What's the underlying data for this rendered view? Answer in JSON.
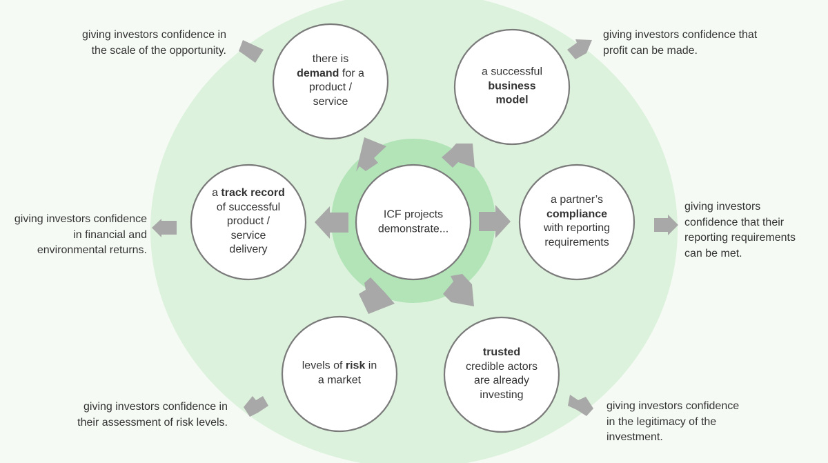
{
  "colors": {
    "background": "#f5faf4",
    "outer_ellipse": "#dcf2dc",
    "inner_ring": "#b2e4b8",
    "circle_fill": "#ffffff",
    "circle_stroke": "#7a7a7a",
    "arrow": "#a8a8a8",
    "text": "#333333"
  },
  "center": {
    "lines": [
      "ICF projects",
      "demonstrate..."
    ]
  },
  "nodes": {
    "demand": {
      "lines": [
        [
          {
            "t": "there is"
          }
        ],
        [
          {
            "t": "demand",
            "b": true
          },
          {
            "t": " for a"
          }
        ],
        [
          {
            "t": "product /"
          }
        ],
        [
          {
            "t": "service"
          }
        ]
      ],
      "caption": [
        "giving investors confidence in",
        "the scale of the opportunity."
      ]
    },
    "business_model": {
      "lines": [
        [
          {
            "t": "a successful"
          }
        ],
        [
          {
            "t": "business",
            "b": true
          }
        ],
        [
          {
            "t": "model",
            "b": true
          }
        ]
      ],
      "caption": [
        "giving investors confidence that",
        "profit can be made."
      ]
    },
    "compliance": {
      "lines": [
        [
          {
            "t": "a partner’s"
          }
        ],
        [
          {
            "t": "compliance",
            "b": true
          }
        ],
        [
          {
            "t": "with reporting"
          }
        ],
        [
          {
            "t": "requirements"
          }
        ]
      ],
      "caption": [
        "giving investors",
        "confidence that their",
        "reporting requirements",
        "can be met."
      ]
    },
    "trusted": {
      "lines": [
        [
          {
            "t": "trusted",
            "b": true
          }
        ],
        [
          {
            "t": "credible actors"
          }
        ],
        [
          {
            "t": "are already"
          }
        ],
        [
          {
            "t": "investing"
          }
        ]
      ],
      "caption": [
        "giving investors confidence",
        "in the legitimacy of the",
        "investment."
      ]
    },
    "risk": {
      "lines": [
        [
          {
            "t": "levels of "
          },
          {
            "t": "risk",
            "b": true
          },
          {
            "t": " in"
          }
        ],
        [
          {
            "t": "a market"
          }
        ]
      ],
      "caption": [
        "giving investors confidence in",
        "their assessment of risk levels."
      ]
    },
    "track_record": {
      "lines": [
        [
          {
            "t": "a "
          },
          {
            "t": "track record",
            "b": true
          }
        ],
        [
          {
            "t": "of successful"
          }
        ],
        [
          {
            "t": "product /"
          }
        ],
        [
          {
            "t": "service"
          }
        ],
        [
          {
            "t": "delivery"
          }
        ]
      ],
      "caption": [
        "giving investors confidence",
        "in financial and",
        "environmental returns."
      ]
    }
  }
}
